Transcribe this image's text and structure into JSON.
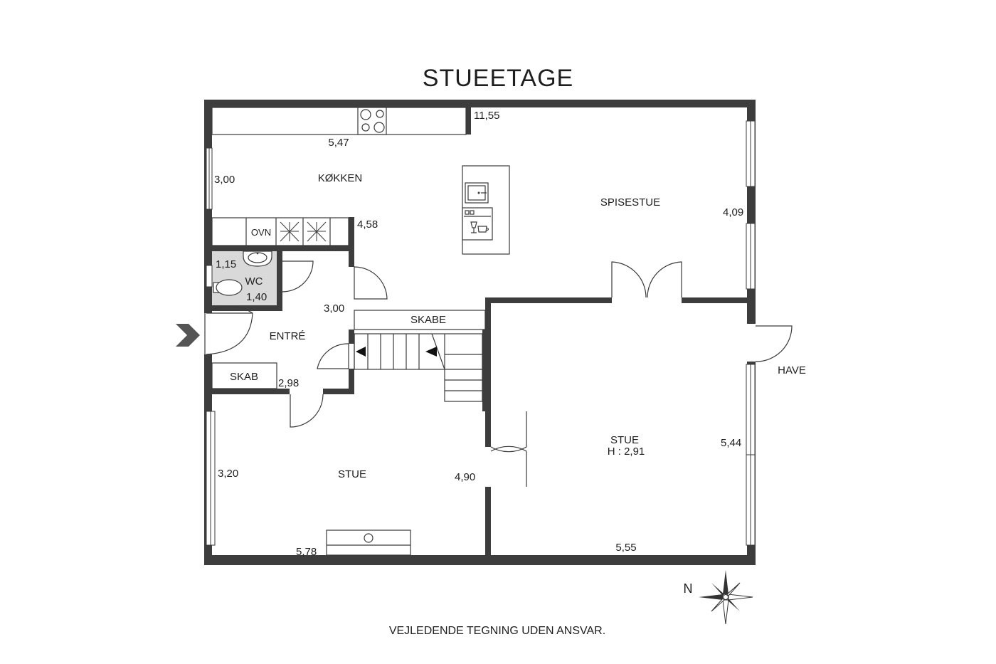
{
  "title": "STUEETAGE",
  "rooms": {
    "kitchen": "KØKKEN",
    "dining": "SPISESTUE",
    "wc": "WC",
    "entry": "ENTRÉ",
    "cabinets": "SKABE",
    "cabinet": "SKAB",
    "oven": "OVN",
    "living_left": "STUE",
    "living_right": "STUE",
    "living_right_height": "H : 2,91",
    "garden": "HAVE"
  },
  "dimensions": {
    "d_11_55": "11,55",
    "d_5_47": "5,47",
    "d_3_00_kitchen": "3,00",
    "d_4_58": "4,58",
    "d_4_09": "4,09",
    "d_1_15": "1,15",
    "d_1_40": "1,40",
    "d_3_00_entry": "3,00",
    "d_2_98": "2,98",
    "d_3_20": "3,20",
    "d_4_90": "4,90",
    "d_5_44": "5,44",
    "d_5_78": "5,78",
    "d_5_55": "5,55"
  },
  "compass_label": "N",
  "disclaimer": "VEJLEDENDE TEGNING UDEN ANSVAR.",
  "colors": {
    "wall": "#3d3d3d",
    "wc_floor": "#d9d9d9",
    "entrance_arrow": "#555555"
  },
  "icons": [
    "entrance-arrow-icon",
    "compass-icon",
    "stove-icon",
    "sink-icon",
    "toilet-icon",
    "wine-glass-icon",
    "cup-icon",
    "fan-icon"
  ]
}
